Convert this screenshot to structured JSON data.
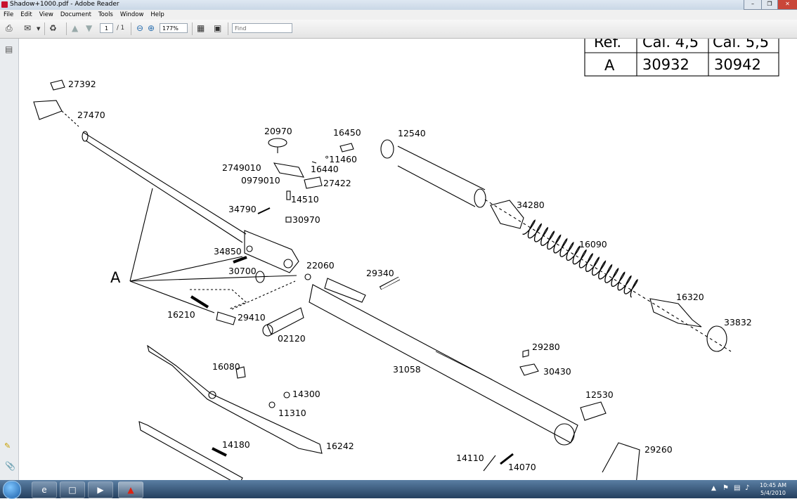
{
  "window": {
    "title": "Shadow+1000.pdf - Adobe Reader"
  },
  "menu": [
    "File",
    "Edit",
    "View",
    "Document",
    "Tools",
    "Window",
    "Help"
  ],
  "toolbar": {
    "page_current": "1",
    "page_total": "/ 1",
    "zoom": "177%",
    "find_placeholder": "Find"
  },
  "table": {
    "headers": [
      "Ref.",
      "Cal. 4,5",
      "Cal. 5,5"
    ],
    "row": [
      "A",
      "30932",
      "30942"
    ]
  },
  "parts": {
    "p27392": "27392",
    "p27470": "27470",
    "p20970": "20970",
    "p16450": "16450",
    "p12540": "12540",
    "p2749010": "2749010",
    "p11460": "°11460",
    "p16440": "16440",
    "p0979010": "0979010",
    "p27422": "27422",
    "p14510": "14510",
    "p34790": "34790",
    "p30970": "30970",
    "p34280": "34280",
    "p16090": "16090",
    "p34850": "34850",
    "p30700": "30700",
    "p22060": "22060",
    "p29340": "29340",
    "pA": "A",
    "p16210": "16210",
    "p29410": "29410",
    "p02120": "02120",
    "p16320": "16320",
    "p33832": "33832",
    "p29280": "29280",
    "p31058": "31058",
    "p16080": "16080",
    "p30430": "30430",
    "p14300": "14300",
    "p11310": "11310",
    "p12530": "12530",
    "p14180": "14180",
    "p16242": "16242",
    "p29260": "29260",
    "p14110": "14110",
    "p14070": "14070"
  },
  "clock": {
    "time": "10:45 AM",
    "date": "5/4/2010"
  }
}
